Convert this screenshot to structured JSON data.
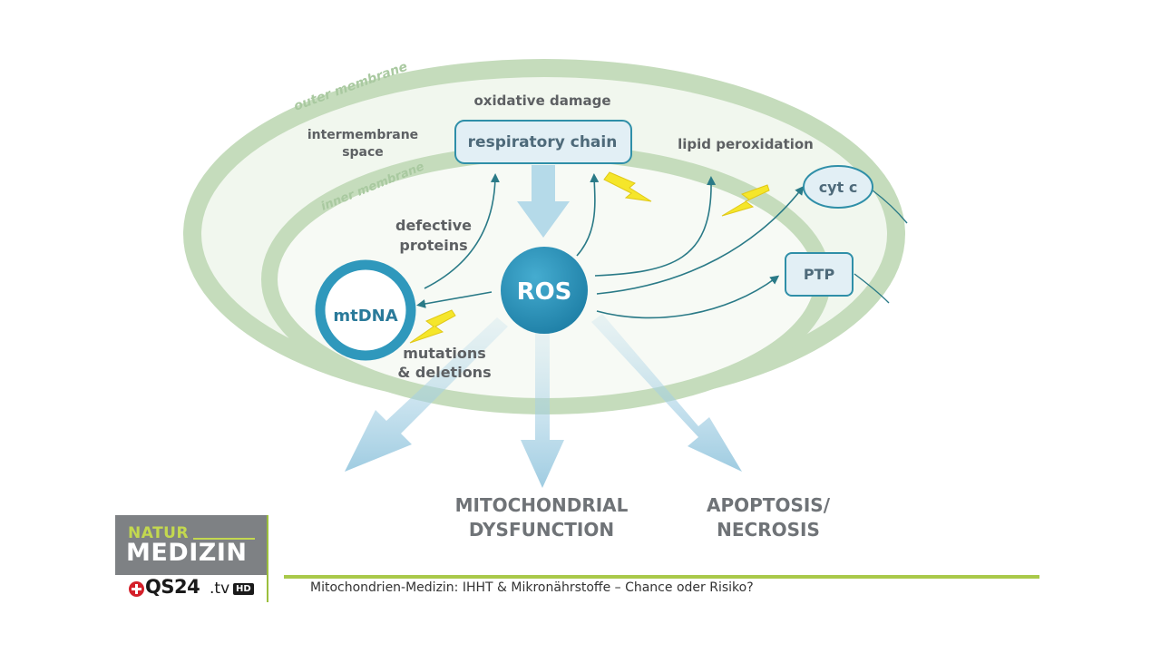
{
  "diagram": {
    "membranes": {
      "outer": "outer membrane",
      "inner": "inner membrane",
      "intermembrane_line1": "intermembrane",
      "intermembrane_line2": "space"
    },
    "nodes": {
      "respiratory_chain": "respiratory chain",
      "ros": "ROS",
      "mtdna": "mtDNA",
      "cyt_c": "cyt c",
      "ptp": "PTP"
    },
    "labels": {
      "oxidative_damage": "oxidative damage",
      "lipid_peroxidation": "lipid peroxidation",
      "defective_proteins_line1": "defective",
      "defective_proteins_line2": "proteins",
      "mutations_line1": "mutations",
      "mutations_line2": "& deletions"
    },
    "outcomes": {
      "mito_line1": "MITOCHONDRIAL",
      "mito_line2": "DYSFUNCTION",
      "apoptosis_line1": "APOPTOSIS/",
      "apoptosis_line2": "NECROSIS"
    },
    "colors": {
      "membrane": "#c5dcbc",
      "matrix": "#eef5ea",
      "node_fill": "#e2eff5",
      "node_stroke": "#2f8fa8",
      "ros": "#2a8fb3",
      "arrow": "#2a7a87",
      "lightning": "#f5e62a"
    }
  },
  "broadcast": {
    "logo": {
      "natur": "NATUR",
      "medizin": "MEDIZIN",
      "brand": "QS24",
      "tv": ".tv",
      "hd": "HD"
    },
    "ticker": "Mitochondrien-Medizin: IHHT & Mikronährstoffe – Chance oder Risiko?",
    "colors": {
      "accent": "#a9c94a",
      "logo_bg": "#7e8184"
    }
  }
}
